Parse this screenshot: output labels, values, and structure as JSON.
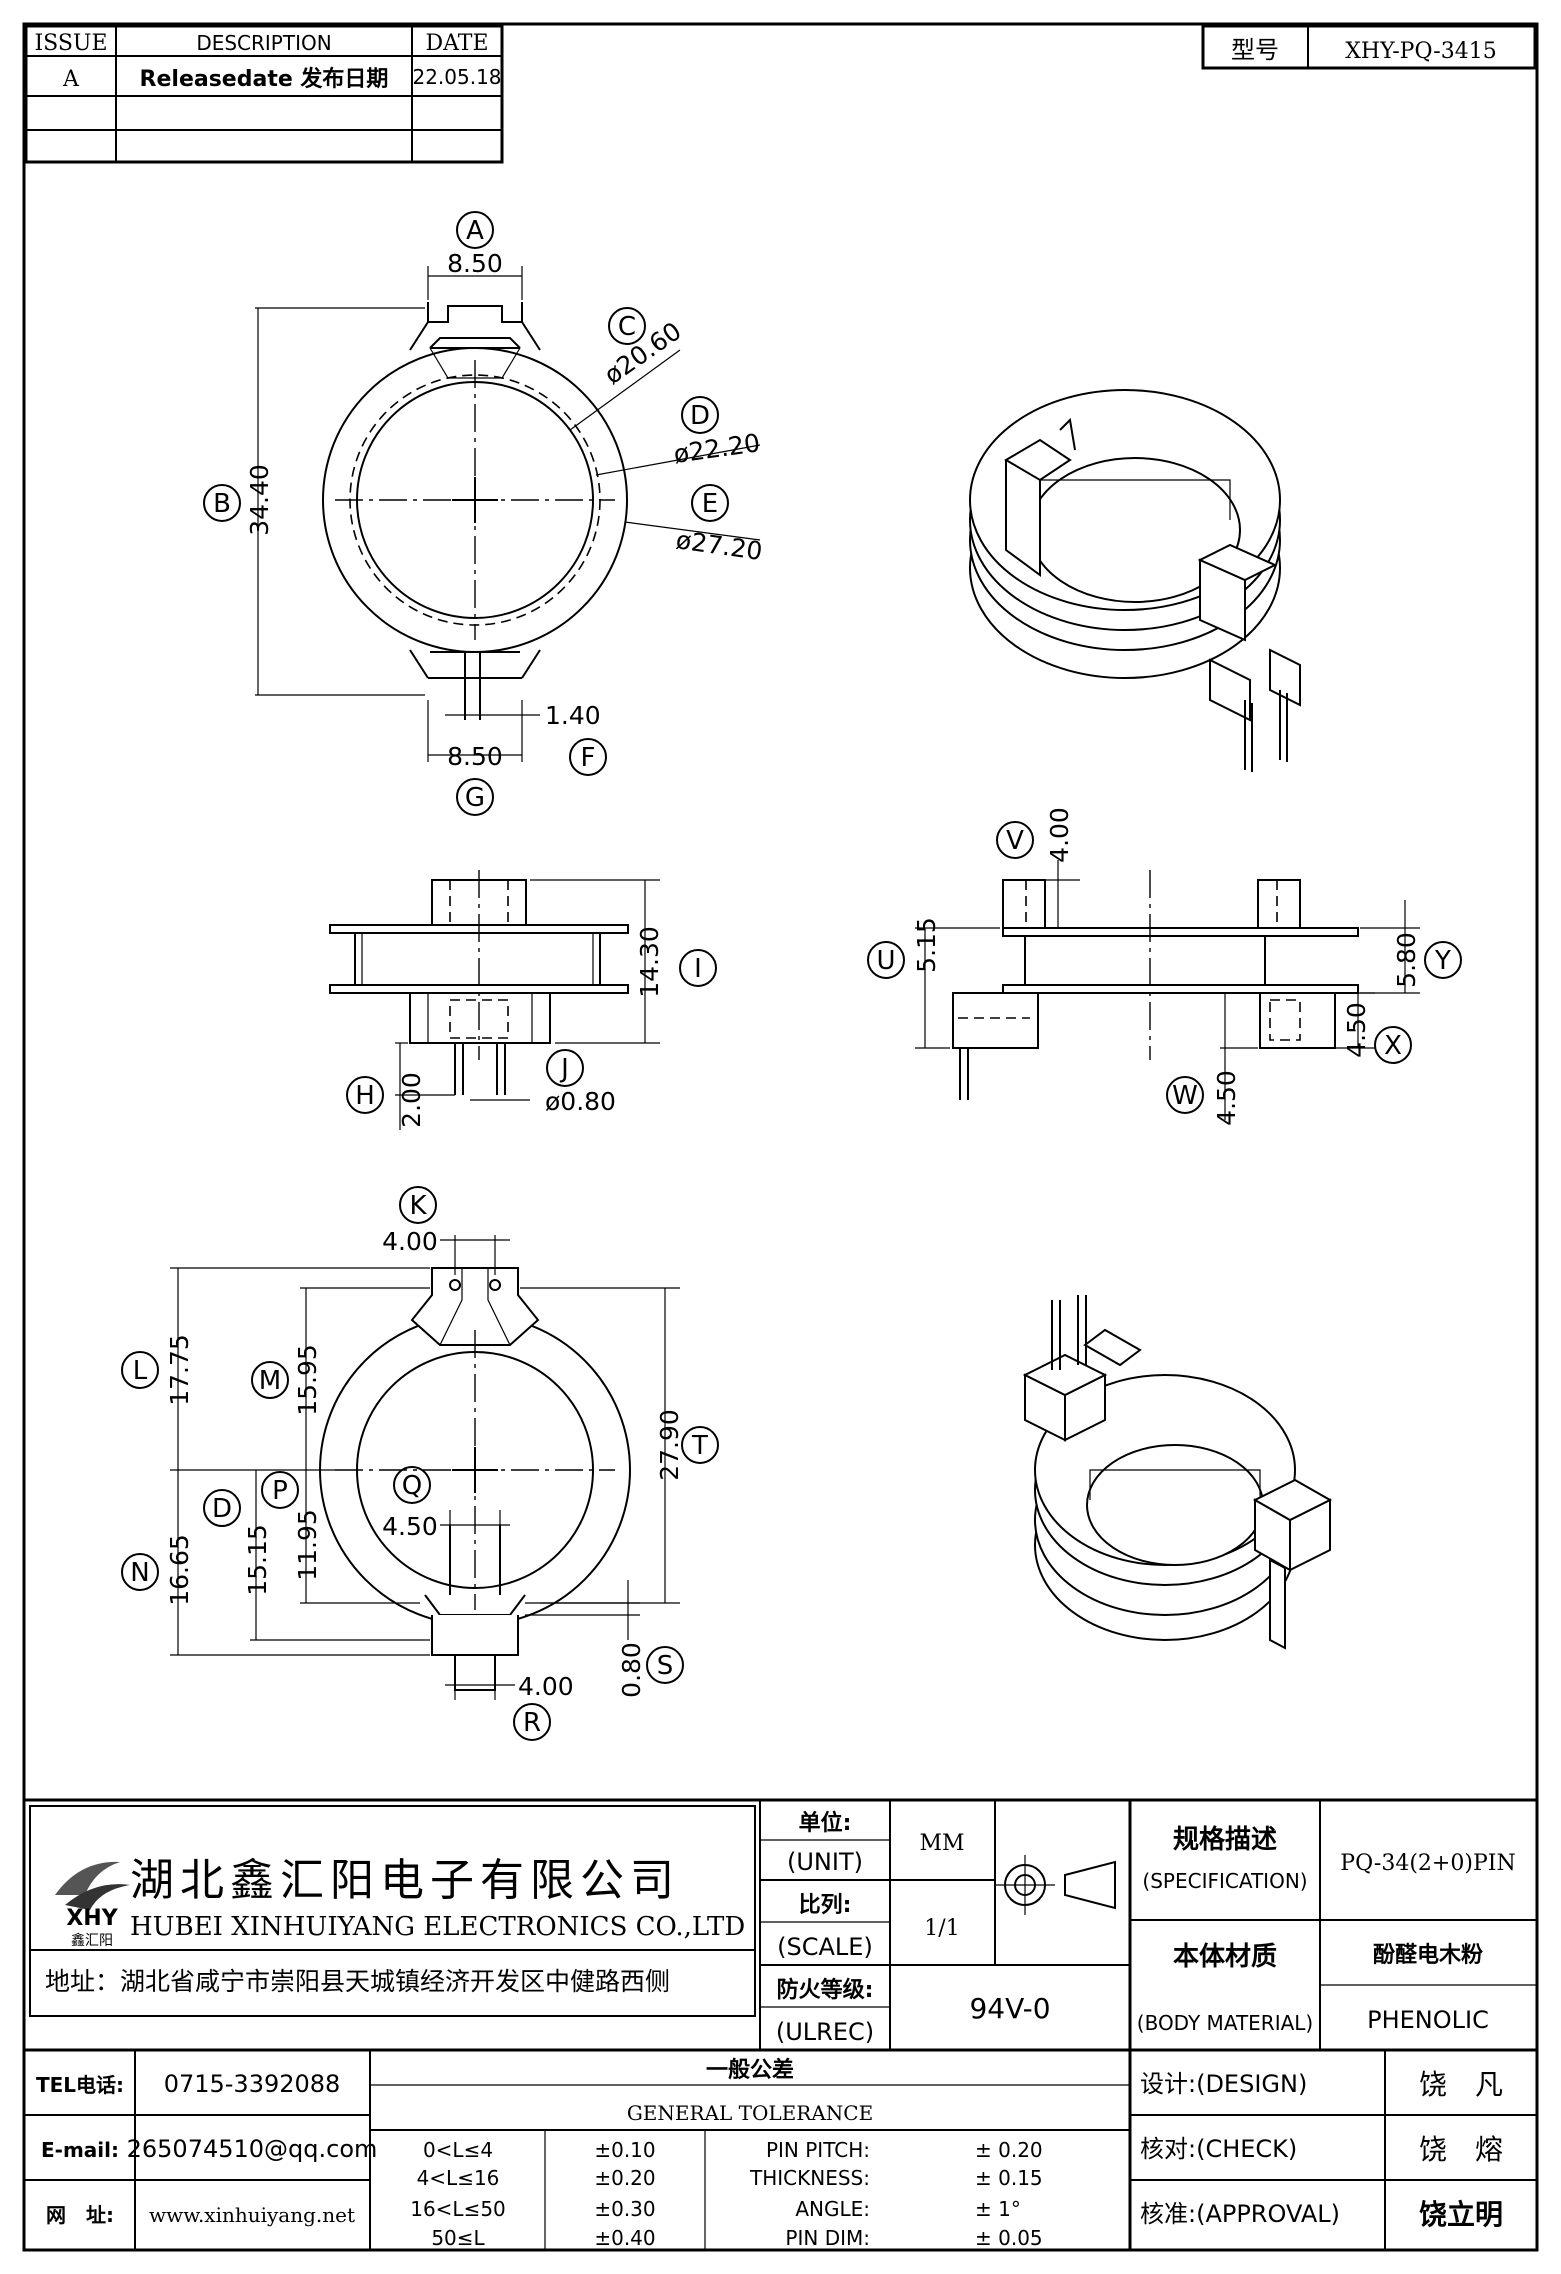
{
  "revision_table": {
    "headers": [
      "ISSUE",
      "DESCRIPTION",
      "DATE"
    ],
    "rows": [
      {
        "issue": "A",
        "description": "Releasedate 发布日期",
        "date": "22.05.18"
      }
    ]
  },
  "model": {
    "label": "型号",
    "value": "XHY-PQ-3415"
  },
  "view_top": {
    "dims": [
      "8.50",
      "ø20.60",
      "ø22.20",
      "ø27.20",
      "34.40",
      "1.40",
      "8.50"
    ],
    "labels": [
      "A",
      "B",
      "C",
      "D",
      "E",
      "F",
      "G"
    ]
  },
  "view_side": {
    "dims": [
      "14.30",
      "2.00",
      "ø0.80"
    ],
    "labels": [
      "H",
      "I",
      "J"
    ]
  },
  "view_front": {
    "dims": [
      "4.00",
      "5.15",
      "5.80",
      "4.50",
      "4.50"
    ],
    "labels": [
      "U",
      "V",
      "W",
      "X",
      "Y"
    ]
  },
  "view_bottom": {
    "dims": [
      "4.00",
      "17.75",
      "15.95",
      "27.90",
      "16.65",
      "15.15",
      "11.95",
      "4.50",
      "0.80",
      "4.00"
    ],
    "labels": [
      "K",
      "L",
      "M",
      "T",
      "N",
      "D",
      "P",
      "Q",
      "S",
      "R"
    ]
  },
  "company": {
    "logo_text": "XHY",
    "logo_sub": "鑫汇阳",
    "name_cn": "湖北鑫汇阳电子有限公司",
    "name_en": "HUBEI XINHUIYANG ELECTRONICS CO.,LTD",
    "address": "地址：湖北省咸宁市崇阳县天城镇经济开发区中健路西侧"
  },
  "specs": {
    "unit_cn": "单位:",
    "unit_en": "(UNIT)",
    "unit_val": "MM",
    "scale_cn": "比列:",
    "scale_en": "(SCALE)",
    "scale_val": "1/1",
    "ul_cn": "防火等级:",
    "ul_en": "(ULREC)",
    "ul_val": "94V-0",
    "spec_cn": "规格描述",
    "spec_en": "(SPECIFICATION)",
    "spec_val": "PQ-34(2+0)PIN",
    "mat_cn": "本体材质",
    "mat_en": "(BODY MATERIAL)",
    "mat_val_cn": "酚醛电木粉",
    "mat_val_en": "PHENOLIC"
  },
  "contact": {
    "tel_label": "TEL电话:",
    "tel": "0715-3392088",
    "email_label": "E-mail:",
    "email": "265074510@qq.com",
    "web_label": "网　址:",
    "web": "www.xinhuiyang.net"
  },
  "tolerance": {
    "title_cn": "一般公差",
    "title_en": "GENERAL TOLERANCE",
    "ranges": [
      {
        "range": "0<L≤4",
        "tol": "±0.10"
      },
      {
        "range": "4<L≤16",
        "tol": "±0.20"
      },
      {
        "range": "16<L≤50",
        "tol": "±0.30"
      },
      {
        "range": "50≤L",
        "tol": "±0.40"
      }
    ],
    "others": [
      {
        "label": "PIN PITCH:",
        "value": "±  0.20"
      },
      {
        "label": "THICKNESS:",
        "value": "±  0.15"
      },
      {
        "label": "ANGLE:",
        "value": "±  1°"
      },
      {
        "label": "PIN DIM:",
        "value": "±  0.05"
      }
    ]
  },
  "approvals": [
    {
      "label": "设计:(DESIGN)",
      "name": "饶　凡"
    },
    {
      "label": "核对:(CHECK)",
      "name": "饶　熔"
    },
    {
      "label": "核准:(APPROVAL)",
      "name": "饶立明"
    }
  ]
}
